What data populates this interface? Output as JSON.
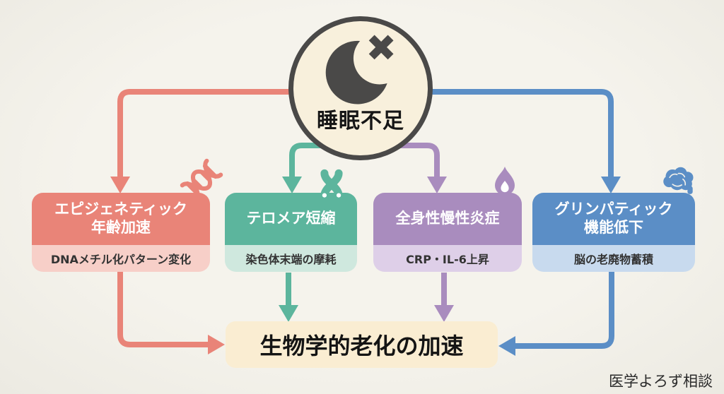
{
  "node": {
    "label": "睡眠不足",
    "icon": "moon-crossed-icon",
    "fill": "#f8f0dc",
    "border": "#4a4948"
  },
  "branches": [
    {
      "id": "epigenetic",
      "title_lines": [
        "エピジェネティック",
        "年齢加速"
      ],
      "subtitle": "DNAメチル化パターン変化",
      "icon": "dna-icon",
      "color": "#e98478",
      "color_light": "#f7cfc8"
    },
    {
      "id": "telomere",
      "title_lines": [
        "テロメア短縮"
      ],
      "subtitle": "染色体末端の摩耗",
      "icon": "chromosome-icon",
      "color": "#5cb59d",
      "color_light": "#cfe8de"
    },
    {
      "id": "inflammation",
      "title_lines": [
        "全身性慢性炎症"
      ],
      "subtitle": "CRP・IL-6上昇",
      "icon": "flame-icon",
      "color": "#a98cbe",
      "color_light": "#decfe8"
    },
    {
      "id": "glymphatic",
      "title_lines": [
        "グリンパティック",
        "機能低下"
      ],
      "subtitle": "脳の老廃物蓄積",
      "icon": "brain-icon",
      "color": "#5b8ec6",
      "color_light": "#c8daee"
    }
  ],
  "outcome": {
    "label": "生物学的老化の加速",
    "fill": "#faedd2"
  },
  "credit": "医学よろず相談"
}
